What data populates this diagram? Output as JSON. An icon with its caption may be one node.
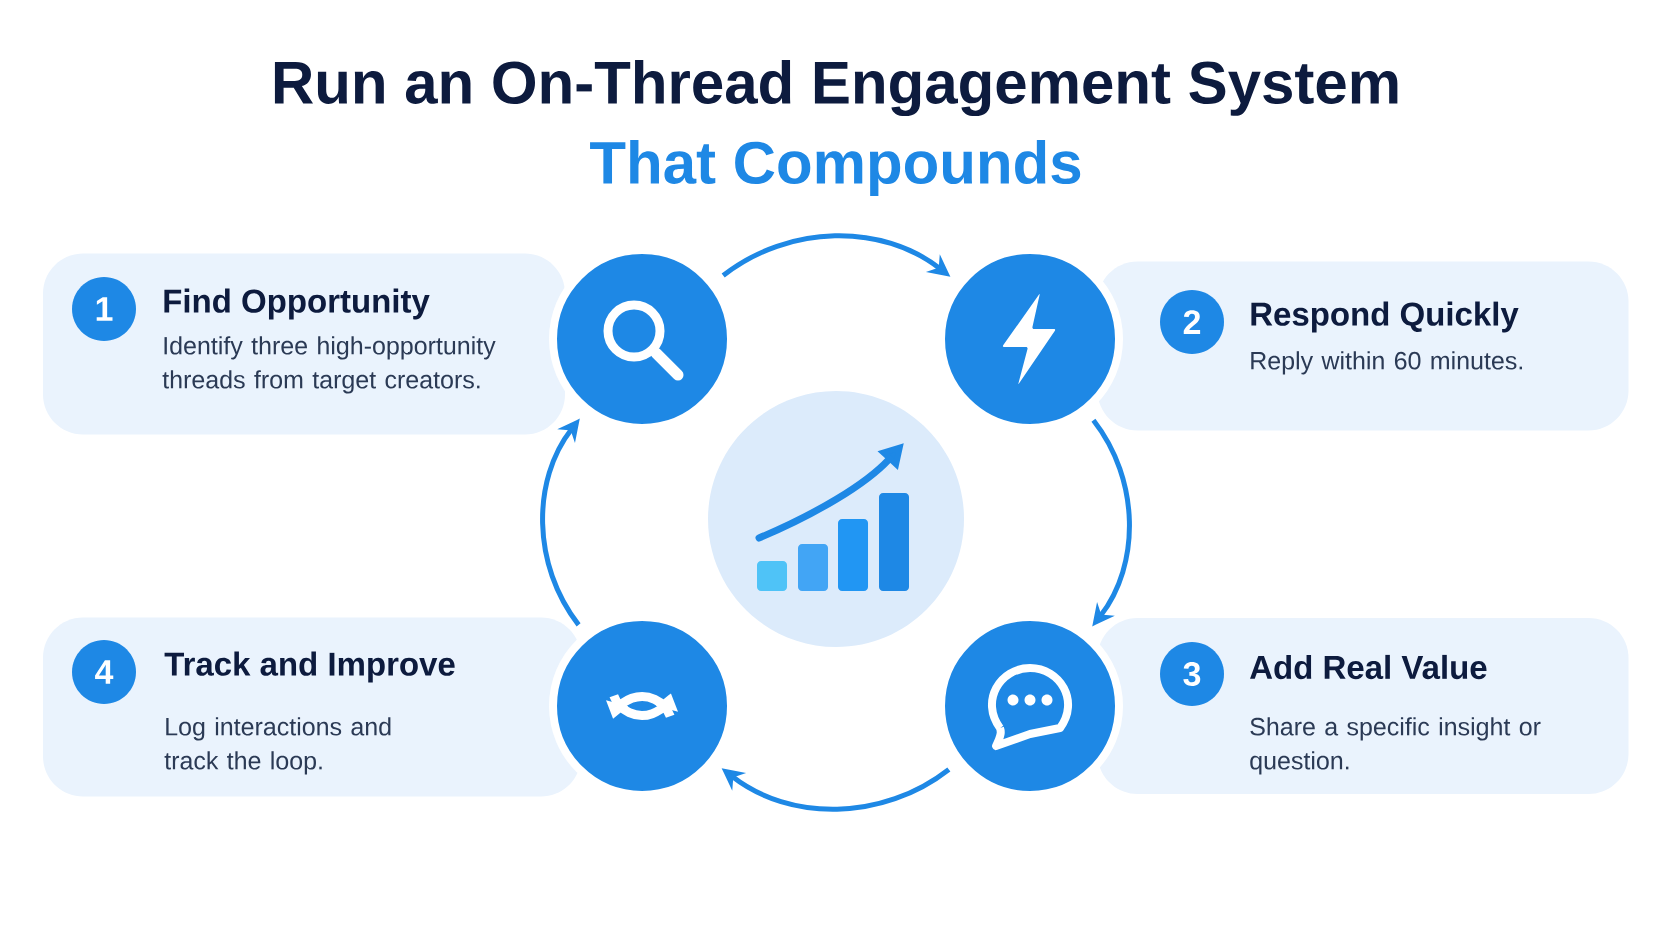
{
  "diagram": {
    "title": "Run an On-Thread Engagement System",
    "nodes": [
      {
        "text": [
          "Find Opportunity",
          "Identify three high-opportunity threads from target creators."
        ]
      },
      {
        "text": [
          "1"
        ],
        "in": 0
      },
      {
        "text": [
          "Respond Quickly",
          "Reply within 60 minutes."
        ]
      },
      {
        "text": [
          "2"
        ],
        "in": 2
      },
      {
        "text": [
          "Add Real Value",
          "Share a specific insight or question."
        ]
      },
      {
        "text": [
          "3"
        ],
        "in": 4
      },
      {
        "text": [
          "Track and Improve",
          "Log interactions and track the loop."
        ]
      },
      {
        "text": [
          "4"
        ],
        "in": 6
      },
      {
        "text": [],
        "shape": "circle"
      },
      {
        "text": [],
        "shape": "circle"
      },
      {
        "text": [],
        "shape": "circle"
      },
      {
        "text": [],
        "shape": "circle"
      },
      {
        "text": [],
        "shape": "circle"
      }
    ],
    "edges": [
      {
        "from": 8,
        "to": 9,
        "arrow": "to"
      },
      {
        "from": 9,
        "to": 10,
        "arrow": "to"
      },
      {
        "from": 10,
        "to": 11,
        "arrow": "to"
      },
      {
        "from": 11,
        "to": 8,
        "arrow": "to"
      }
    ],
    "labels": [
      "That Compounds"
    ]
  }
}
